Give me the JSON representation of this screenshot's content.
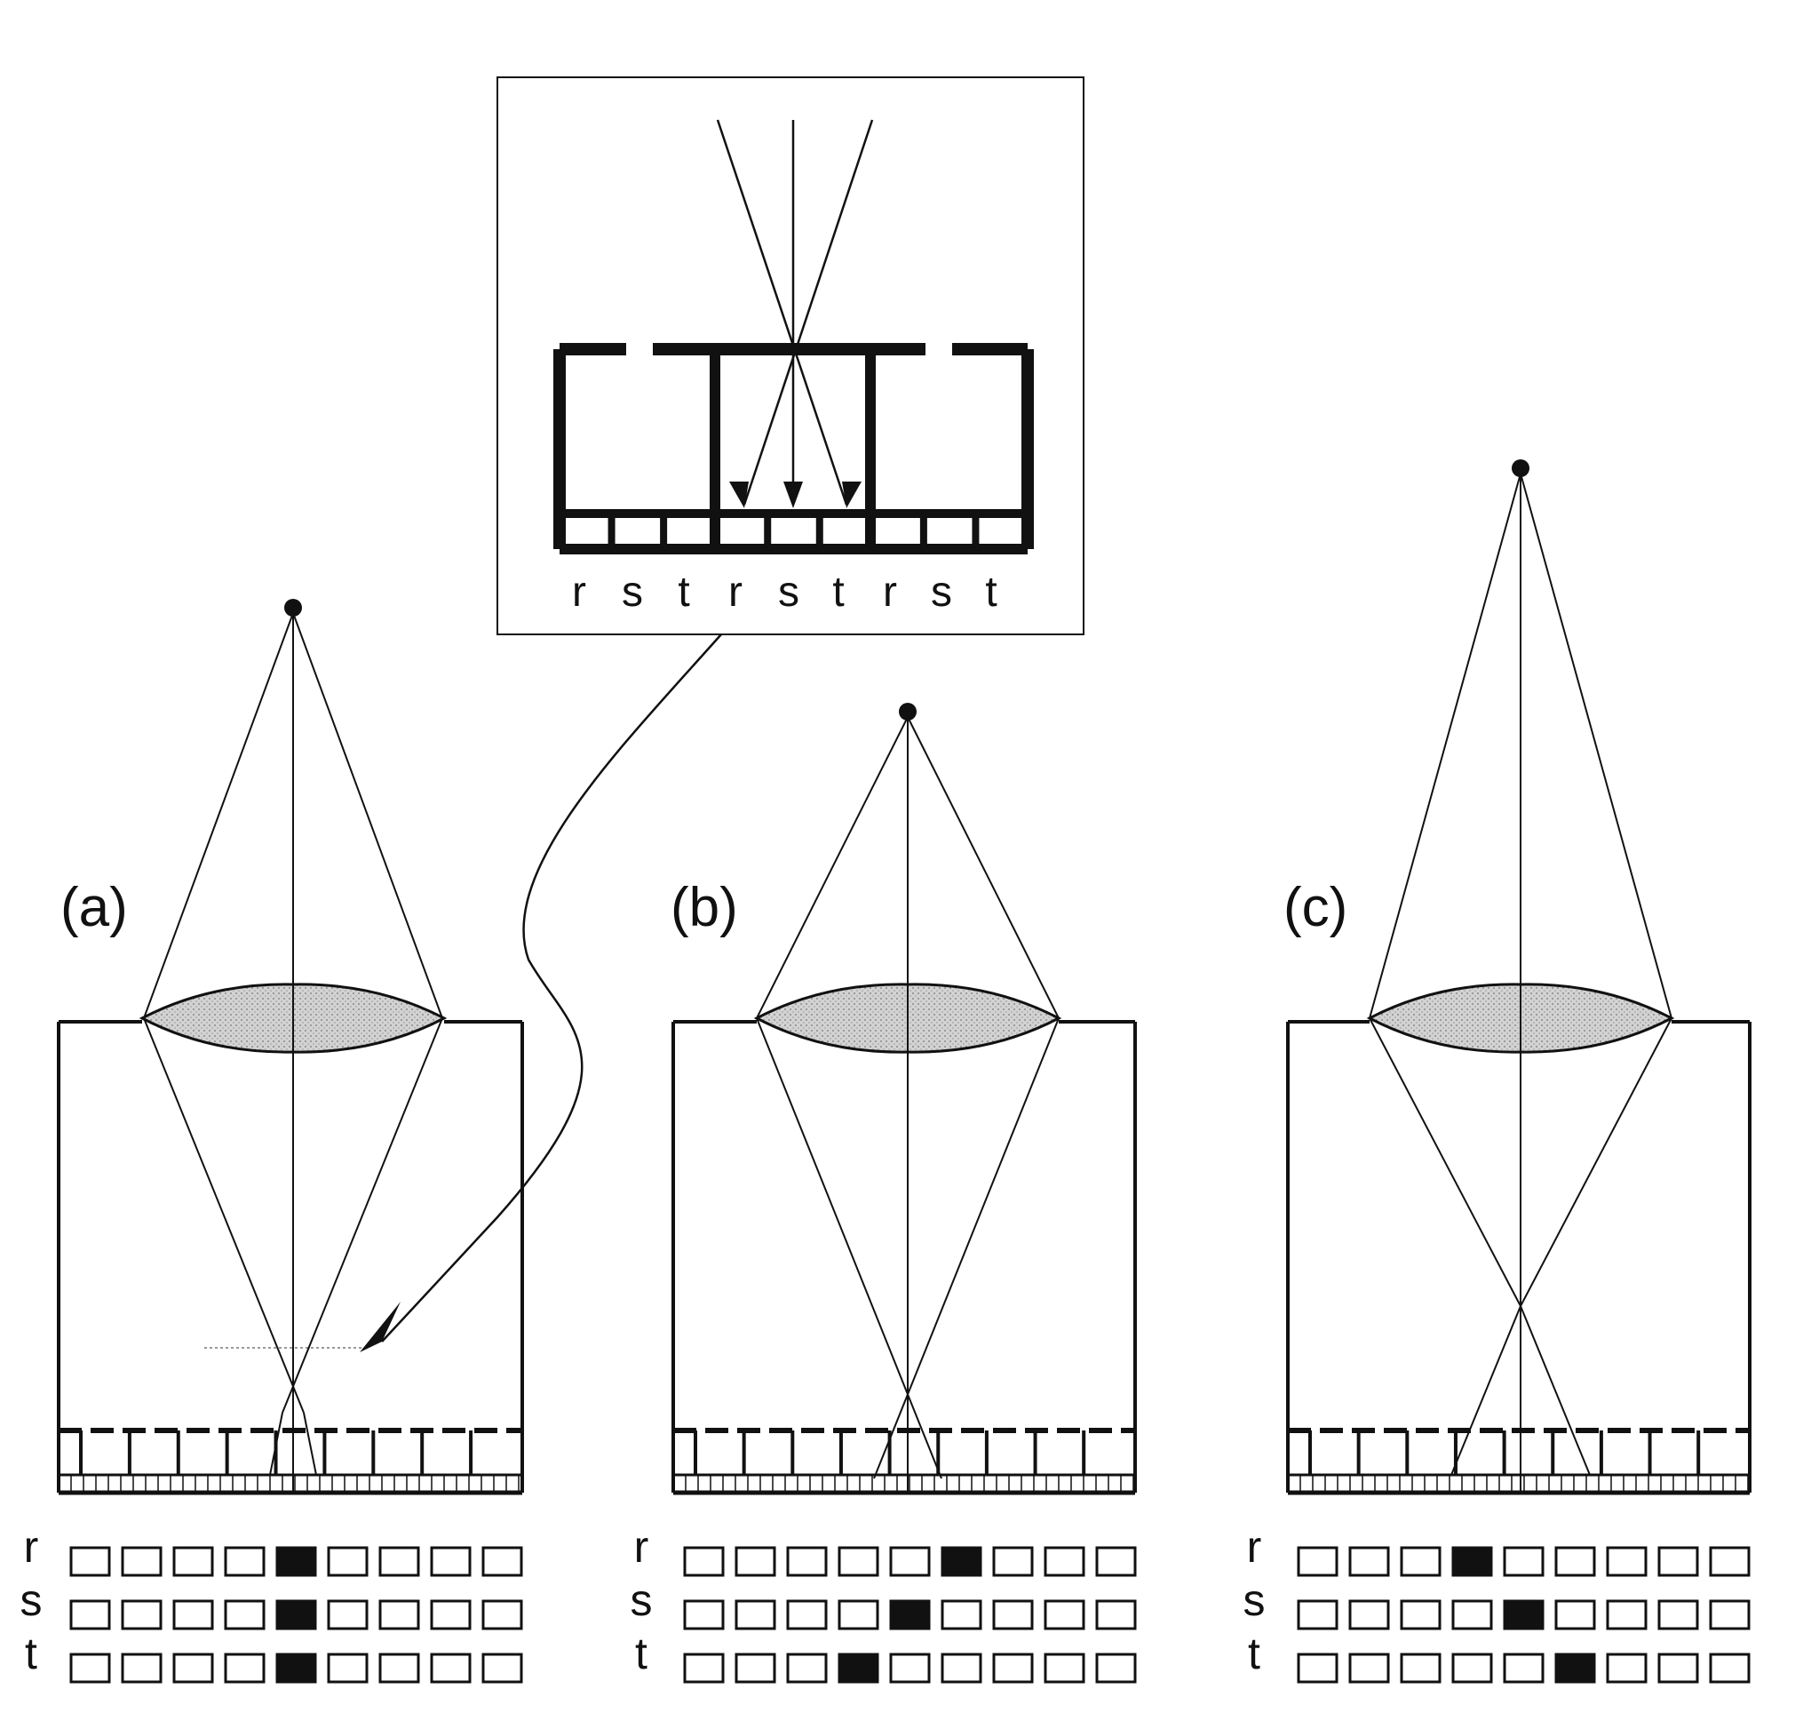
{
  "inset": {
    "sensor_labels": [
      "r",
      "s",
      "t",
      "r",
      "s",
      "t",
      "r",
      "s",
      "t"
    ]
  },
  "panels": [
    {
      "label": "(a)",
      "rows": [
        {
          "label": "r",
          "active_index": 4
        },
        {
          "label": "s",
          "active_index": 4
        },
        {
          "label": "t",
          "active_index": 4
        }
      ]
    },
    {
      "label": "(b)",
      "rows": [
        {
          "label": "r",
          "active_index": 5
        },
        {
          "label": "s",
          "active_index": 4
        },
        {
          "label": "t",
          "active_index": 3
        }
      ]
    },
    {
      "label": "(c)",
      "rows": [
        {
          "label": "r",
          "active_index": 3
        },
        {
          "label": "s",
          "active_index": 4
        },
        {
          "label": "t",
          "active_index": 5
        }
      ]
    }
  ],
  "colors": {
    "ink": "#111111",
    "lens_fill": "#cfcfcf",
    "active_cell": "#111111"
  }
}
